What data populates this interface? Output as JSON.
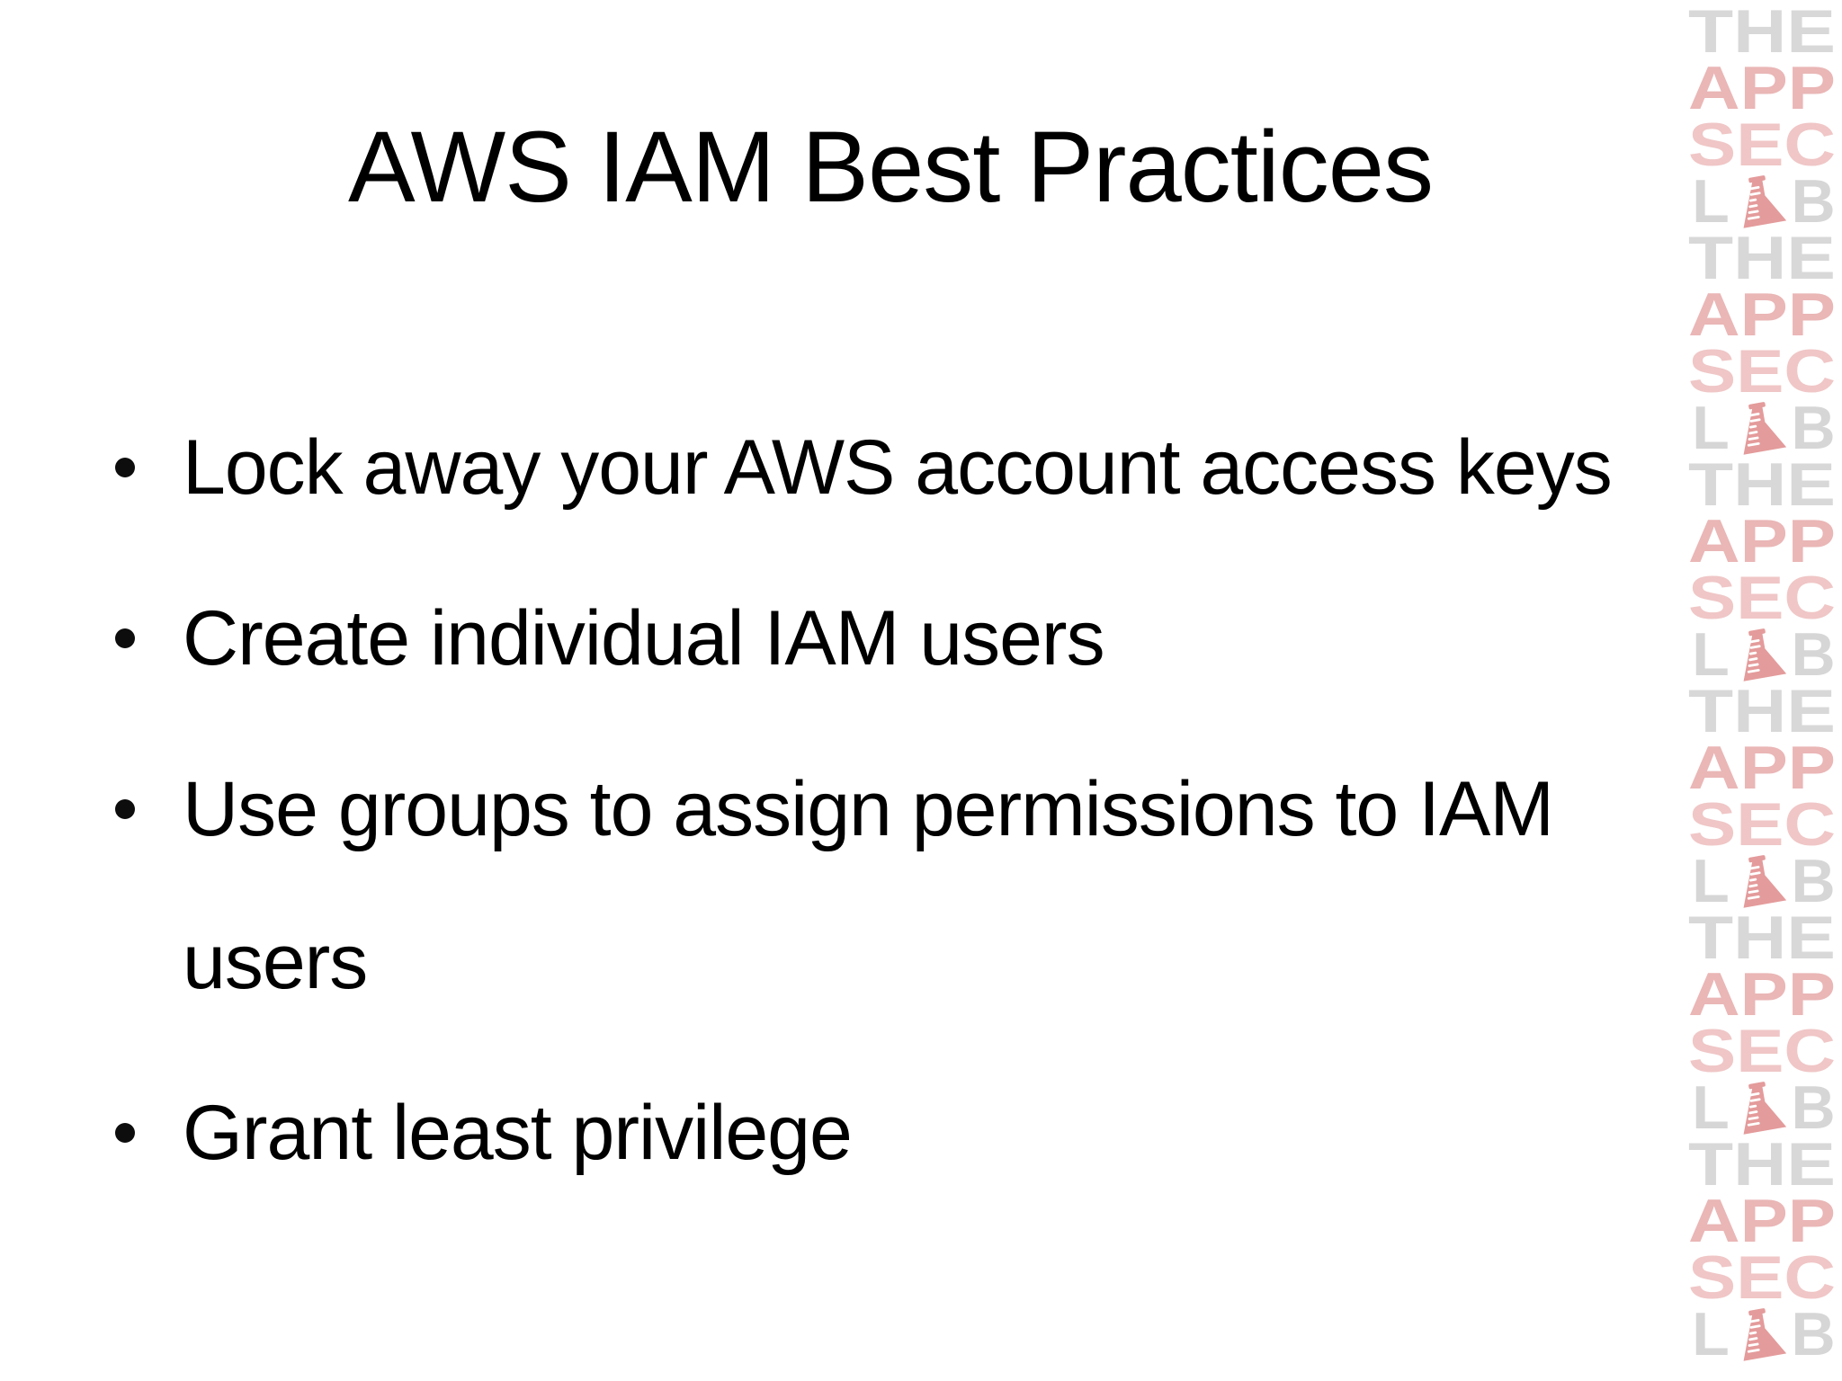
{
  "slide": {
    "title": "AWS IAM Best Practices",
    "bullets": [
      "Lock away your AWS account access keys",
      "Create individual IAM users",
      "Use groups to assign permissions to IAM users",
      "Grant least privilege"
    ],
    "background_color": "#ffffff",
    "text_color": "#000000"
  },
  "watermark": {
    "words": [
      "THE",
      "APP",
      "SEC",
      "LAB"
    ],
    "repeats": 6,
    "colors": {
      "the": "#d8d8d8",
      "app": "#eab6b6",
      "sec": "#f0c6c6",
      "lab": "#d6d6d6",
      "flask": "#e49b9b",
      "tick": "#ffffff"
    }
  }
}
